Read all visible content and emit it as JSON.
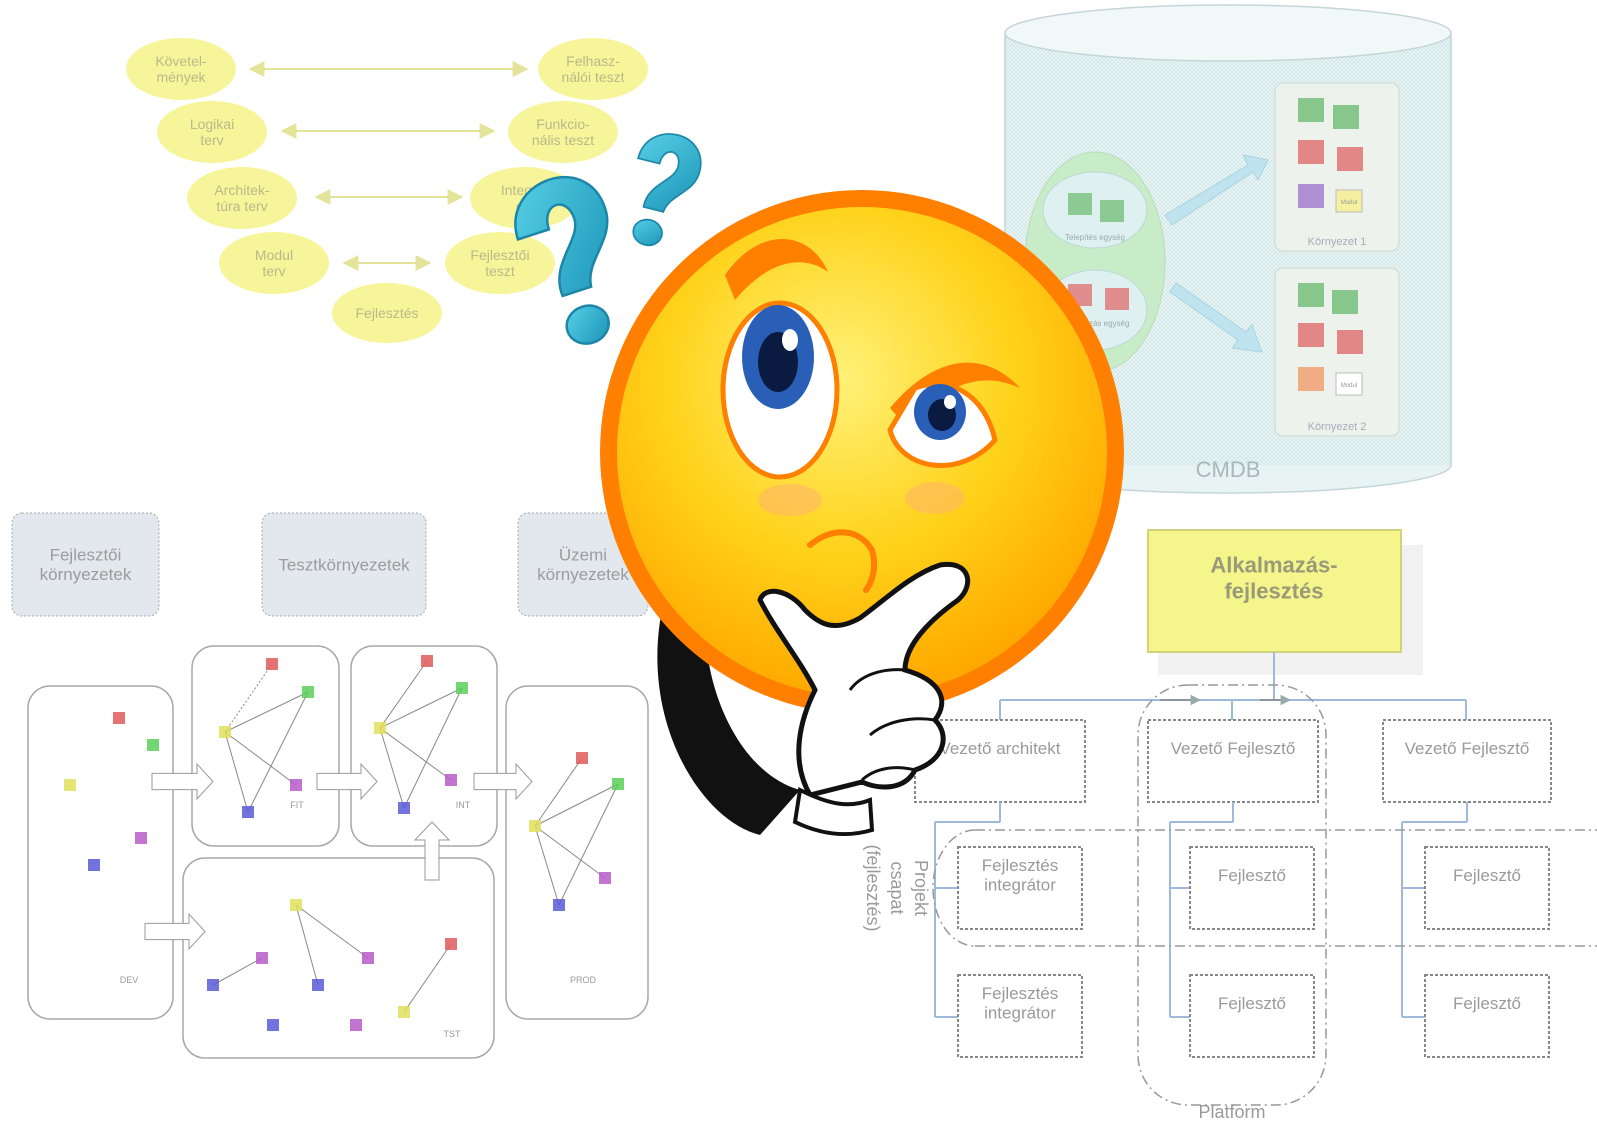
{
  "vmodel": {
    "left": [
      "Követel-|mények",
      "Logikai|terv",
      "Architek-|túra terv",
      "Modul|terv"
    ],
    "right": [
      "Felhasz-|nálói teszt",
      "Funkcio-|nális teszt",
      "Integrá-|ció",
      "Fejlesztői|teszt"
    ],
    "bottom": "Fejlesztés"
  },
  "cmdb": {
    "label": "CMDB",
    "group_labels": [
      "Telepítés egység",
      "Alkalmazás egység"
    ],
    "env_labels": [
      "Környezet 1",
      "Környezet 2"
    ],
    "small_labels": [
      "Modul",
      "Modul"
    ]
  },
  "envs": {
    "headers": [
      "Fejlesztői|környezetek",
      "Tesztkörnyezetek",
      "Üzemi|környezetek"
    ],
    "stages": [
      "DEV",
      "FIT",
      "INT",
      "TST",
      "PROD"
    ]
  },
  "org": {
    "root": "Alkalmazás-|fejlesztés",
    "leads": [
      "Vezető architekt",
      "Vezető Fejlesztő",
      "Vezető Fejlesztő"
    ],
    "row1": [
      "Fejlesztés|integrátor",
      "Fejlesztő",
      "Fejlesztő"
    ],
    "row2": [
      "Fejlesztés|integrátor",
      "Fejlesztő",
      "Fejlesztő"
    ],
    "project_label": "Projekt|csapat|(fejlesztés)",
    "platform_label": "Platform"
  },
  "colors": {
    "ellipse": "#f7f59a",
    "cmdb_fill": "#e8f3f3",
    "org_root": "#f4f58a",
    "face": "#ffc21a",
    "face_rim": "#ff7f00",
    "eye": "#2a5fb8",
    "question": "#29b3cf",
    "node_colors": [
      "#e25b5b",
      "#5bcf5b",
      "#e0e05b",
      "#b85bc8",
      "#5b5bd8"
    ]
  },
  "icons": [
    "thinking-face-icon",
    "question-mark-icon"
  ]
}
